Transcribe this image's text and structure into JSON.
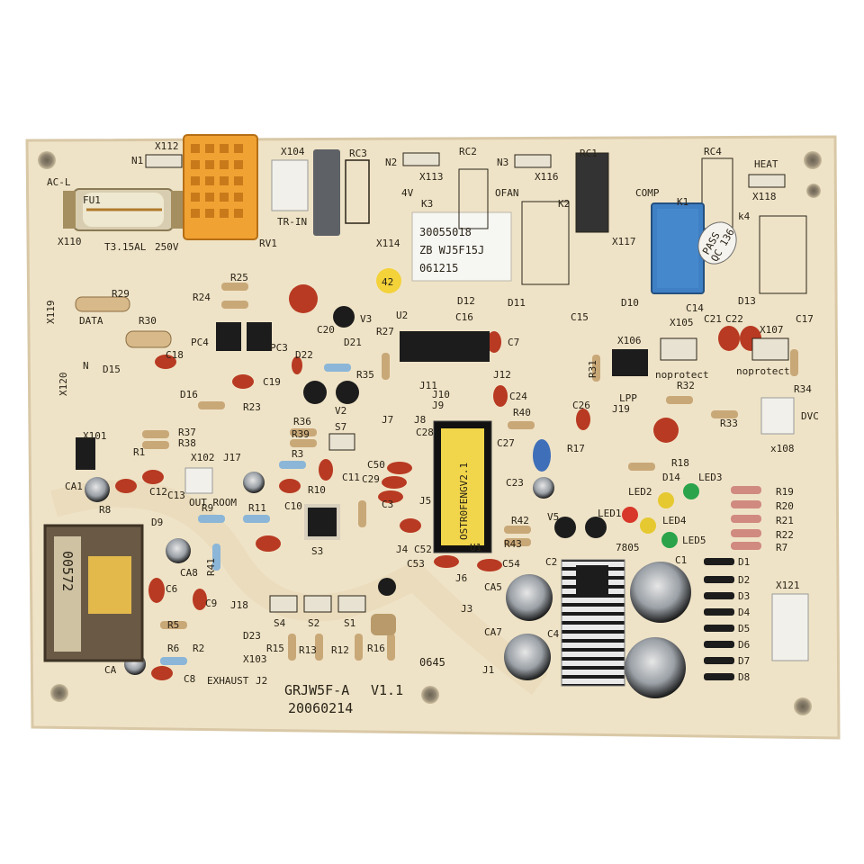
{
  "board": {
    "model": "GRJW5F-A",
    "version": "V1.1",
    "date_code": "20060214",
    "sticker": {
      "part_number": "30055018",
      "model_line": "ZB WJ5F15J",
      "date": "061215"
    },
    "yellow_dot": "42",
    "pass_stamp": "PASS",
    "pass_id": "QC 136",
    "fuse_rating": "T3.15AL",
    "fuse_voltage": "250V",
    "chip_label": "OSTR0FENGV2.1",
    "handwritten": "0645",
    "transformer_mark": "00572"
  },
  "labels": {
    "ac_l": "AC-L",
    "fu1": "FU1",
    "x110": "X110",
    "n1": "N1",
    "x112": "X112",
    "x104": "X104",
    "tr_in": "TR-IN",
    "rc3": "RC3",
    "rv1": "RV1",
    "n2": "N2",
    "x113": "X113",
    "rc2": "RC2",
    "n3": "N3",
    "x116": "X116",
    "rc1": "RC1",
    "rc4": "RC4",
    "heat": "HEAT",
    "x118": "X118",
    "k3": "K3",
    "v4": "4V",
    "x114": "X114",
    "ofan": "OFAN",
    "k2": "K2",
    "comp": "COMP",
    "x117": "X117",
    "k1": "K1",
    "k4": "k4",
    "d10": "D10",
    "d11": "D11",
    "d12": "D12",
    "d13": "D13",
    "c14": "C14",
    "c15": "C15",
    "c16": "C16",
    "c17": "C17",
    "c21": "C21",
    "c22": "C22",
    "x105": "X105",
    "x107": "X107",
    "u2": "U2",
    "x119": "X119",
    "data": "DATA",
    "r29": "R29",
    "r24": "R24",
    "r25": "R25",
    "r30": "R30",
    "pc4": "PC4",
    "pc3": "PC3",
    "c20": "C20",
    "d21": "D21",
    "d22": "D22",
    "r35": "R35",
    "v3": "V3",
    "r27": "R27",
    "c7": "C7",
    "x120": "X120",
    "n": "N",
    "d15": "D15",
    "d16": "D16",
    "c18": "C18",
    "c19": "C19",
    "r23": "R23",
    "j12": "J12",
    "x106": "X106",
    "noprotect": "noprotect",
    "r31": "R31",
    "r32": "R32",
    "r34": "R34",
    "dvc": "DVC",
    "r33": "R33",
    "x108": "x108",
    "lpp": "LPP",
    "j19": "J19",
    "c24": "C24",
    "c26": "C26",
    "j11": "J11",
    "j10": "J10",
    "j9": "J9",
    "j7": "J7",
    "j8": "J8",
    "r40": "R40",
    "c28": "C28",
    "c27": "C27",
    "r17": "R17",
    "r18": "R18",
    "d14": "D14",
    "led3": "LED3",
    "led2": "LED2",
    "led1": "LED1",
    "led4": "LED4",
    "led5": "LED5",
    "r19": "R19",
    "r20": "R20",
    "r21": "R21",
    "r22": "R22",
    "r7": "R7",
    "x101": "X101",
    "r37": "R37",
    "r38": "R38",
    "r36": "R36",
    "v2": "V2",
    "s7": "S7",
    "r39": "R39",
    "r3": "R3",
    "r10": "R10",
    "c11": "C11",
    "c50": "C50",
    "c29": "C29",
    "j5": "J5",
    "c23": "C23",
    "v5": "V5",
    "r42": "R42",
    "r43": "R43",
    "c52": "C52",
    "c53": "C53",
    "c54": "C54",
    "u1": "U1",
    "j4": "J4",
    "j6": "J6",
    "c3": "C3",
    "r1": "R1",
    "c12": "C12",
    "c13": "C13",
    "x102": "X102",
    "j17": "J17",
    "out_room": "OUT ROOM",
    "ca1": "CA1",
    "r8": "R8",
    "d9": "D9",
    "r9": "R9",
    "r11": "R11",
    "c10": "C10",
    "s3": "S3",
    "r41": "R41",
    "ca8": "CA8",
    "c6": "C6",
    "c9": "C9",
    "j18": "J18",
    "r5": "R5",
    "d23": "D23",
    "r2": "R2",
    "r6": "R6",
    "c8": "C8",
    "ca": "CA",
    "x103": "X103",
    "exhaust": "EXHAUST",
    "j2": "J2",
    "s4": "S4",
    "s2": "S2",
    "s1": "S1",
    "r15": "R15",
    "r13": "R13",
    "r12": "R12",
    "r16": "R16",
    "ic7805": "7805",
    "c2": "C2",
    "c1": "C1",
    "ca5": "CA5",
    "ca7": "CA7",
    "c4": "C4",
    "j3": "J3",
    "j1": "J1",
    "d1": "D1",
    "d2": "D2",
    "d3": "D3",
    "d4": "D4",
    "d5": "D5",
    "d6": "D6",
    "d7": "D7",
    "d8": "D8",
    "x121": "X121"
  },
  "colors": {
    "background": "#ffffff",
    "board": "#efe3c7",
    "board_edge": "#d9c8a6",
    "relay_orange": "#f0a233",
    "relay_blue": "#3f7fc4",
    "capacitor_red": "#b83a22",
    "ic_black": "#1c1c1c",
    "resistor_tan": "#d8b98a",
    "silkscreen": "#2a2418"
  },
  "icons": [
    "mounting-hole-icon",
    "fuse-icon",
    "transformer-icon",
    "relay-icon",
    "heatsink-icon",
    "electrolytic-capacitor-icon",
    "led-icon",
    "ic-chip-icon",
    "connector-icon",
    "resistor-icon",
    "diode-icon",
    "transistor-icon"
  ]
}
